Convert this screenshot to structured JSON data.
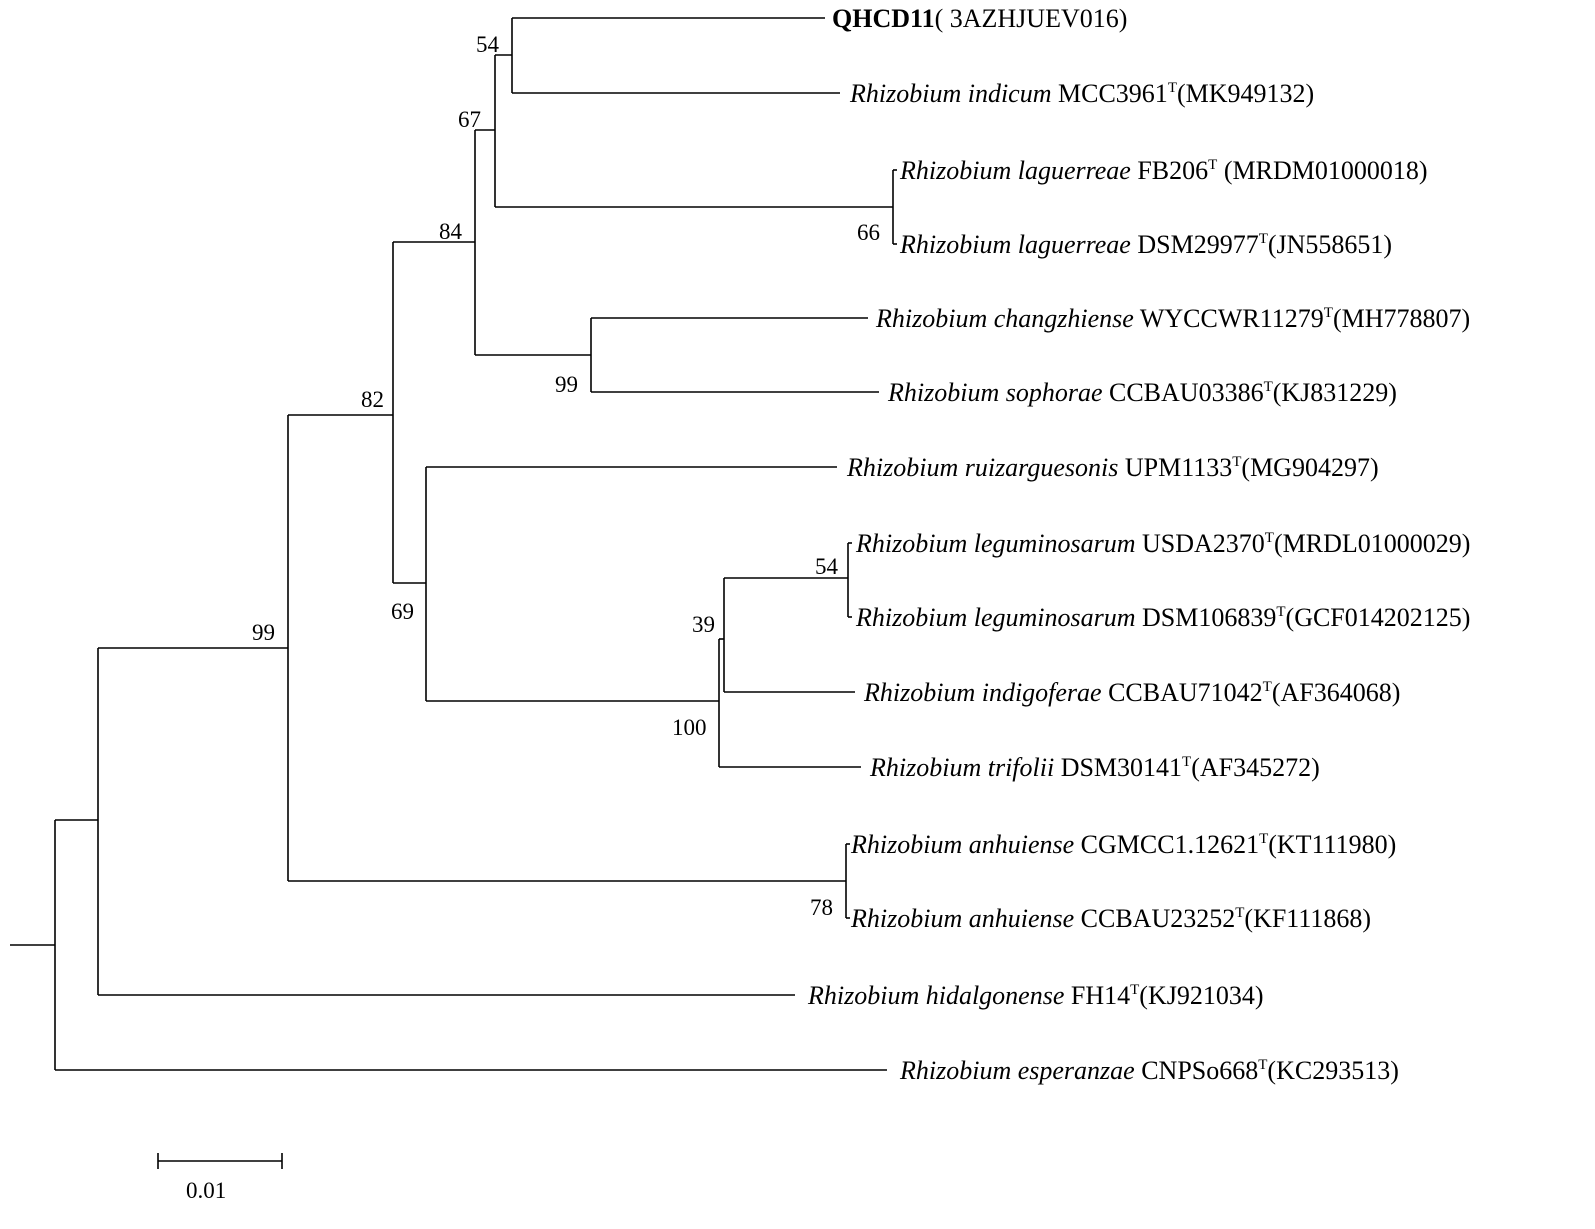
{
  "tree": {
    "leaves": [
      {
        "id": "qhcd11",
        "name": "",
        "strain": "QHCD11",
        "accession": "( 3AZHJUEV016)",
        "type_strain": false,
        "bold": true
      },
      {
        "id": "indicum",
        "name": "Rhizobium indicum",
        "strain": "MCC3961",
        "accession": "(MK949132)",
        "type_strain": true
      },
      {
        "id": "laguerreae-fb206",
        "name": "Rhizobium laguerreae",
        "strain": "FB206",
        "accession": " (MRDM01000018)",
        "type_strain": true
      },
      {
        "id": "laguerreae-dsm29977",
        "name": "Rhizobium laguerreae",
        "strain": "DSM29977",
        "accession": "(JN558651)",
        "type_strain": true
      },
      {
        "id": "changzhiense",
        "name": "Rhizobium changzhiense",
        "strain": "WYCCWR11279",
        "accession": "(MH778807)",
        "type_strain": true
      },
      {
        "id": "sophorae",
        "name": "Rhizobium sophorae",
        "strain": "CCBAU03386",
        "accession": "(KJ831229)",
        "type_strain": true
      },
      {
        "id": "ruizarguesonis",
        "name": "Rhizobium ruizarguesonis",
        "strain": "UPM1133",
        "accession": "(MG904297)",
        "type_strain": true
      },
      {
        "id": "leguminosarum-usda2370",
        "name": "Rhizobium leguminosarum",
        "strain": "USDA2370",
        "accession": "(MRDL01000029)",
        "type_strain": true
      },
      {
        "id": "leguminosarum-dsm106839",
        "name": "Rhizobium leguminosarum",
        "strain": "DSM106839",
        "accession": "(GCF014202125)",
        "type_strain": true
      },
      {
        "id": "indigoferae",
        "name": "Rhizobium indigoferae",
        "strain": "CCBAU71042",
        "accession": "(AF364068)",
        "type_strain": true
      },
      {
        "id": "trifolii",
        "name": "Rhizobium trifolii",
        "strain": "DSM30141",
        "accession": "(AF345272)",
        "type_strain": true
      },
      {
        "id": "anhuiense-cgmcc",
        "name": "Rhizobium anhuiense",
        "strain": "CGMCC1.12621",
        "accession": "(KT111980)",
        "type_strain": true
      },
      {
        "id": "anhuiense-ccbau",
        "name": "Rhizobium anhuiense",
        "strain": "CCBAU23252",
        "accession": "(KF111868)",
        "type_strain": true
      },
      {
        "id": "hidalgonense",
        "name": "Rhizobium hidalgonense",
        "strain": "FH14",
        "accession": "(KJ921034)",
        "type_strain": true
      },
      {
        "id": "esperanzae",
        "name": "Rhizobium esperanzae",
        "strain": "CNPSo668",
        "accession": "(KC293513)",
        "type_strain": true
      }
    ],
    "type_strain_mark": "T",
    "bootstrap_values": [
      "54",
      "67",
      "66",
      "84",
      "99",
      "82",
      "54",
      "39",
      "100",
      "69",
      "78",
      "99"
    ],
    "scale_bar": {
      "label": "0.01",
      "value": 0.01
    }
  }
}
